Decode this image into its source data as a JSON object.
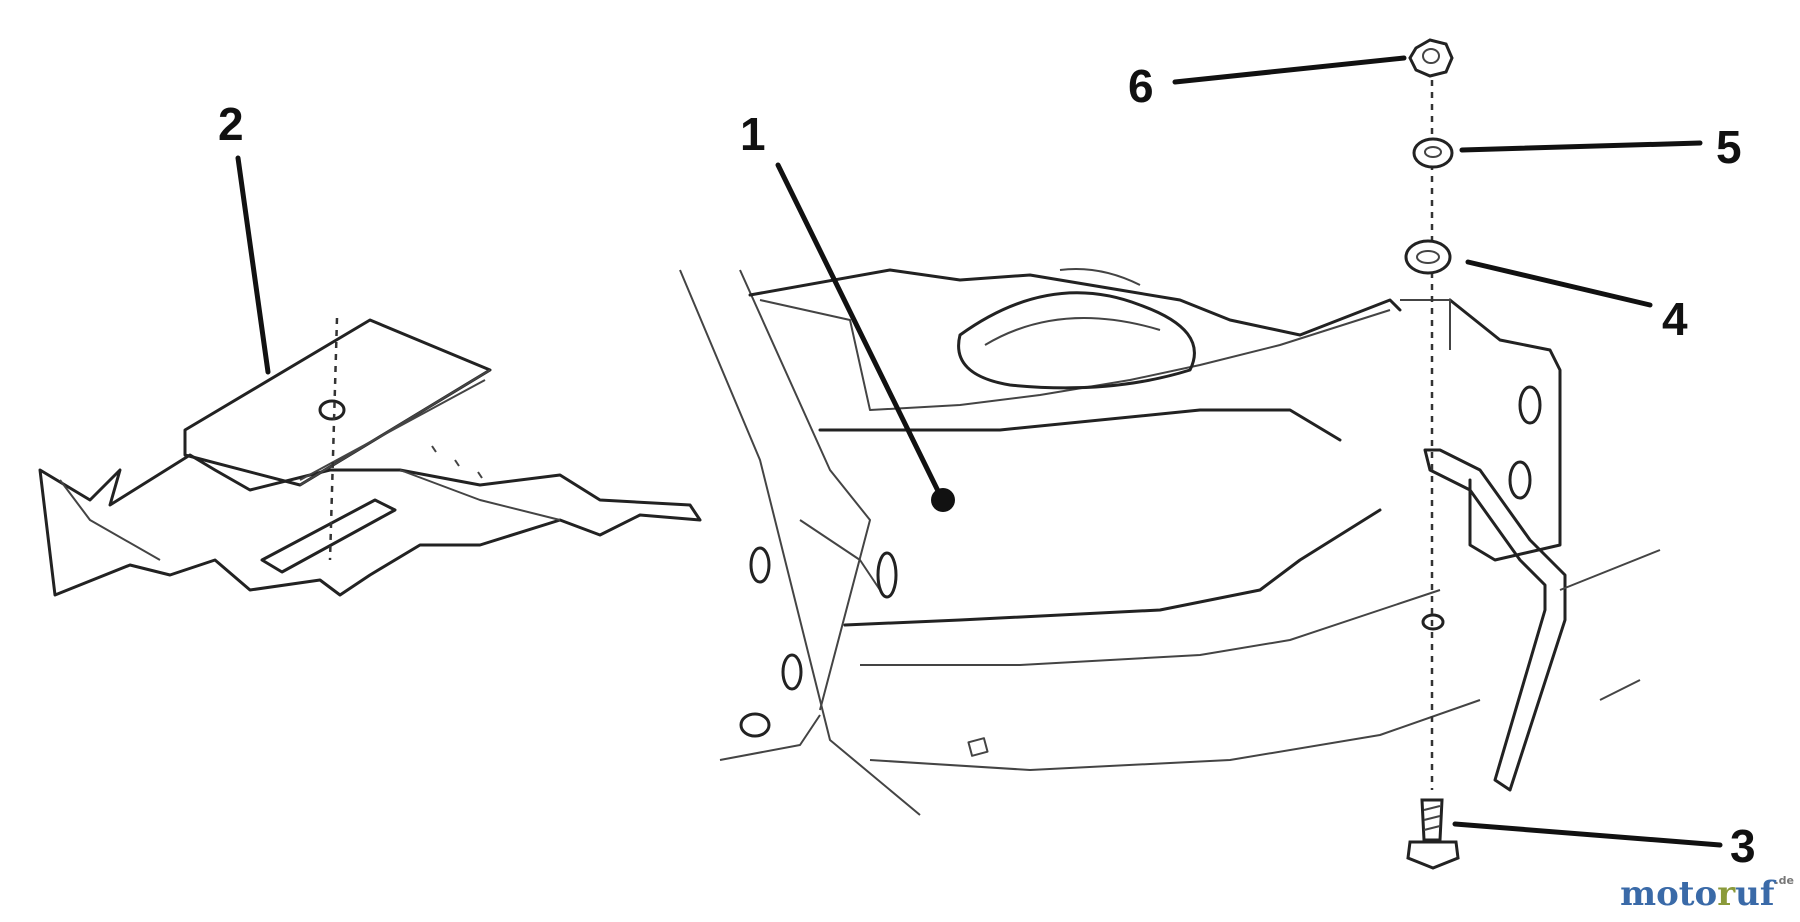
{
  "callouts": [
    {
      "id": "1",
      "label": "1"
    },
    {
      "id": "2",
      "label": "2"
    },
    {
      "id": "3",
      "label": "3"
    },
    {
      "id": "4",
      "label": "4"
    },
    {
      "id": "5",
      "label": "5"
    },
    {
      "id": "6",
      "label": "6"
    }
  ],
  "watermark": {
    "part1": "moto",
    "part2": "r",
    "part3": "uf",
    "tld": ".de"
  }
}
